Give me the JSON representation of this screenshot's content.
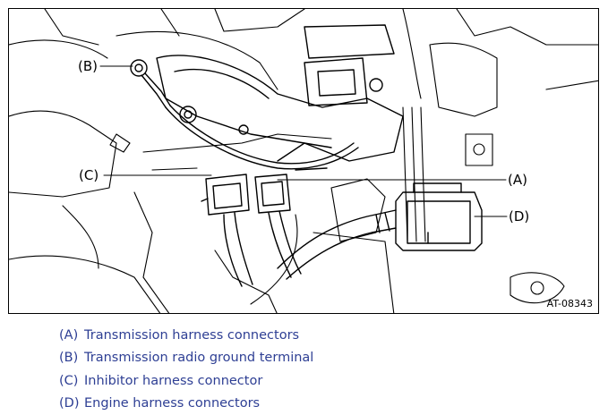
{
  "callouts": {
    "a": "(A)",
    "b": "(B)",
    "c": "(C)",
    "d": "(D)"
  },
  "figure_id": "AT-08343",
  "legend": [
    {
      "key": "(A)",
      "text": "Transmission harness connectors"
    },
    {
      "key": "(B)",
      "text": "Transmission radio ground terminal"
    },
    {
      "key": "(C)",
      "text": "Inhibitor harness connector"
    },
    {
      "key": "(D)",
      "text": "Engine harness connectors"
    }
  ],
  "colors": {
    "line_art": "#000000",
    "legend_text": "#2e3f94"
  }
}
